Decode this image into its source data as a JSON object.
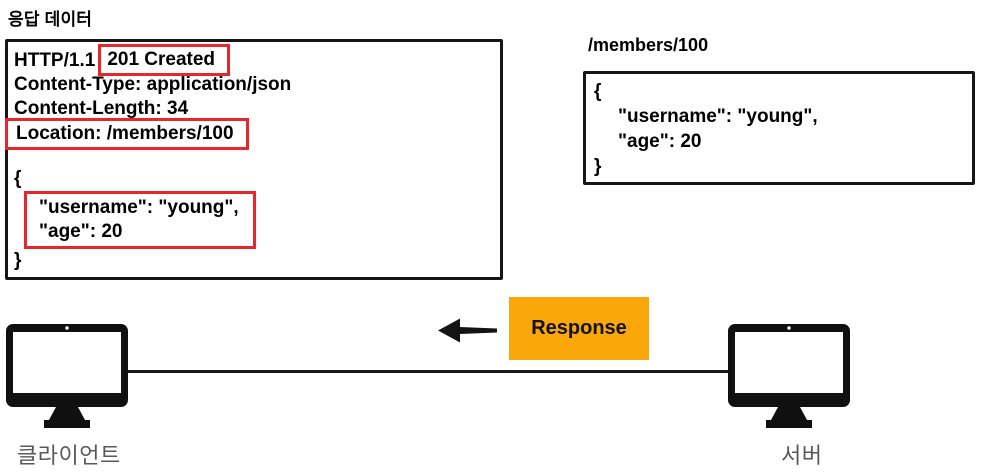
{
  "title": "응답 데이터",
  "response_box": {
    "http_version": "HTTP/1.1",
    "status": "201 Created",
    "content_type": "Content-Type: application/json",
    "content_length": "Content-Length: 34",
    "location": "Location: /members/100",
    "brace_open": "{",
    "body_line_1": "\"username\": \"young\",",
    "body_line_2": "\"age\": 20",
    "brace_close": "}"
  },
  "resource_box": {
    "path_label": "/members/100",
    "brace_open": "{",
    "line_1": "\"username\": \"young\",",
    "line_2": "\"age\": 20",
    "brace_close": "}"
  },
  "flow": {
    "response_label": "Response",
    "client_label": "클라이언트",
    "server_label": "서버"
  },
  "colors": {
    "highlight_red": "#e8262c",
    "response_orange": "#f9a70b",
    "endpoint_label_gray": "#595959",
    "line_black": "#1a1a1a"
  }
}
